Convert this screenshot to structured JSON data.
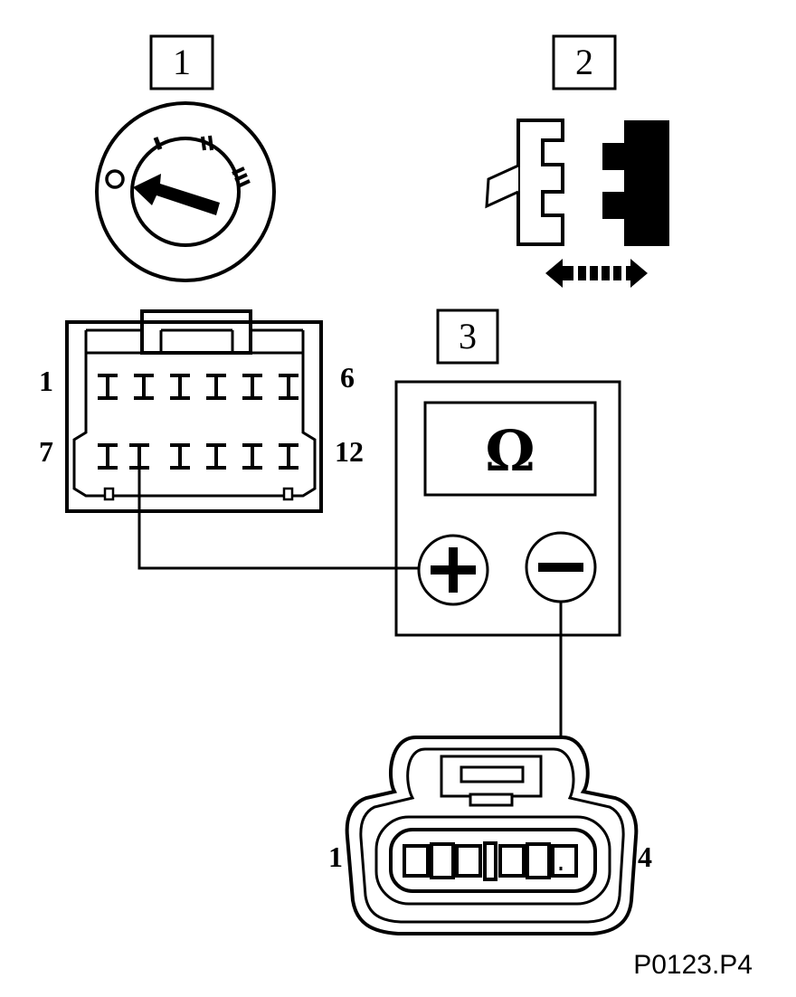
{
  "steps": {
    "ignition": "1",
    "disconnect": "2",
    "meter": "3"
  },
  "ecu_connector": {
    "pin_top_left": "1",
    "pin_top_right": "6",
    "pin_bottom_left": "7",
    "pin_bottom_right": "12"
  },
  "meter": {
    "unit_symbol": "Ω",
    "positive_symbol": "+",
    "negative_symbol": "−"
  },
  "sensor_connector": {
    "pin_left": "1",
    "pin_right": "4"
  },
  "reference_code": "P0123.P4",
  "icons": {
    "ignition": "ignition-switch-icon",
    "plug": "connector-disconnect-icon",
    "arrow": "double-arrow-icon"
  },
  "colors": {
    "ink": "#000000",
    "paper": "#ffffff"
  }
}
